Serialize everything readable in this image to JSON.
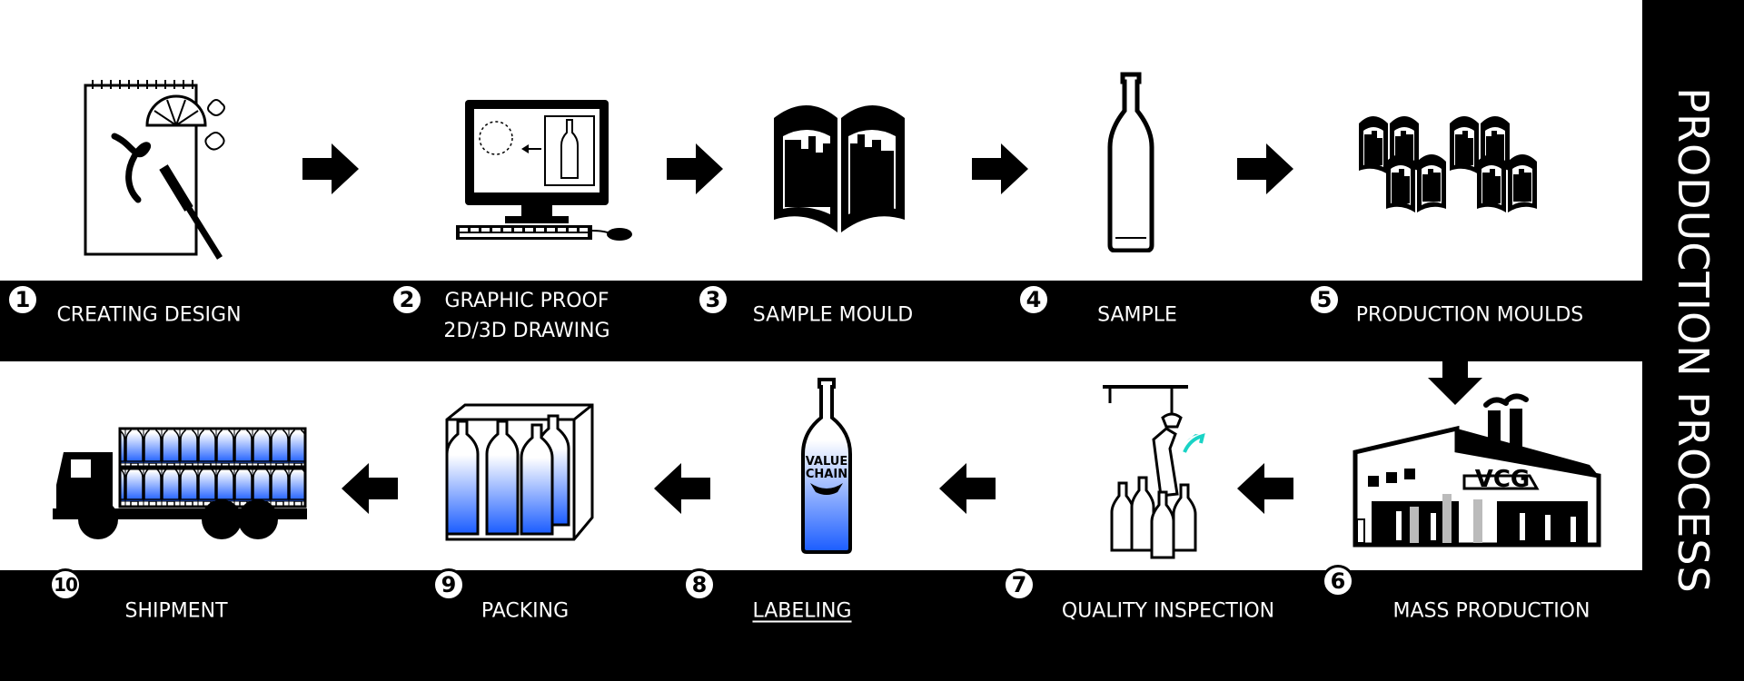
{
  "title": "PRODUCTION PROCESS",
  "steps": [
    {
      "number": "1",
      "label": "CREATING DESIGN"
    },
    {
      "number": "2",
      "label": "GRAPHIC PROOF",
      "label_line2": "2D/3D DRAWING"
    },
    {
      "number": "3",
      "label": "SAMPLE MOULD"
    },
    {
      "number": "4",
      "label": "SAMPLE"
    },
    {
      "number": "5",
      "label": "PRODUCTION MOULDS"
    },
    {
      "number": "6",
      "label": "MASS PRODUCTION"
    },
    {
      "number": "7",
      "label": "QUALITY INSPECTION"
    },
    {
      "number": "8",
      "label": "LABELING"
    },
    {
      "number": "9",
      "label": "PACKING"
    },
    {
      "number": "10",
      "label": "SHIPMENT"
    }
  ],
  "factory_sign": "VCG",
  "label_brand_line1": "VALUE",
  "label_brand_line2": "CHAIN",
  "colors": {
    "band": "#000000",
    "background": "#ffffff",
    "bottle_gradient": "#1a5cff",
    "inspection_accent": "#19d3c5"
  }
}
